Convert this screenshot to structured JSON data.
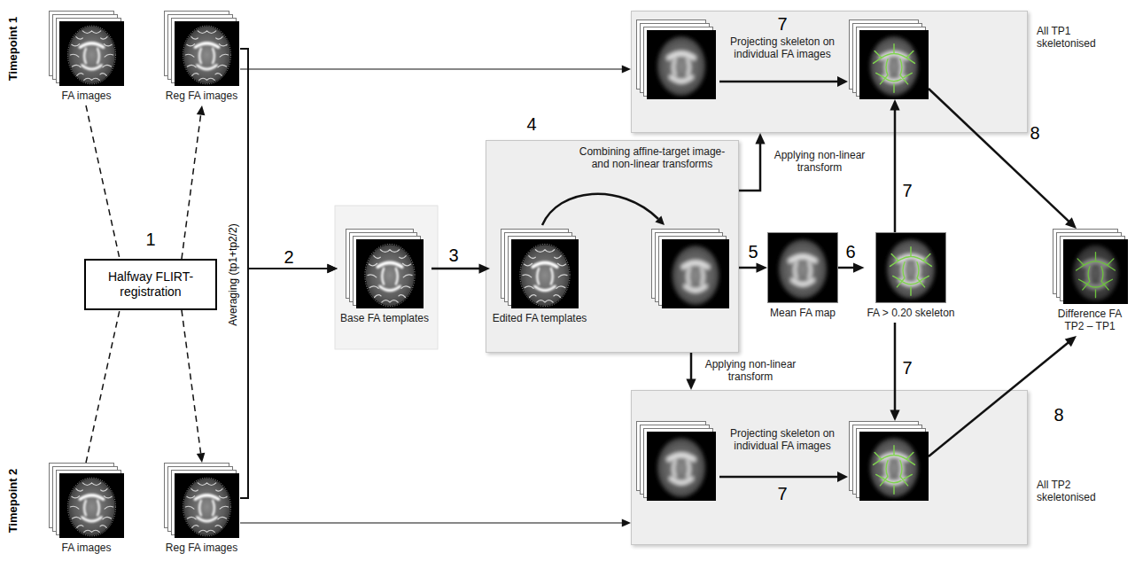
{
  "diagram": {
    "nodes": [
      {
        "text": [
          "FA images"
        ]
      },
      {
        "text": [
          "Reg FA images"
        ]
      },
      {
        "text": [
          "Halfway FLIRT-registration"
        ]
      },
      {
        "text": [
          "FA images"
        ]
      },
      {
        "text": [
          "Reg FA images"
        ]
      },
      {
        "text": [
          "Base FA templates"
        ]
      },
      {
        "text": [
          "Projecting skeleton on individual FA images"
        ]
      },
      {
        "text": [
          "All TP1 skeletonised"
        ],
        "in": 6
      },
      {
        "text": [
          "Combining affine-target image- and non-linear transforms"
        ]
      },
      {
        "text": [
          "Edited FA templates"
        ],
        "in": 8
      },
      {
        "text": [
          "Mean FA map"
        ]
      },
      {
        "text": [
          "FA > 0.20 skeleton"
        ]
      },
      {
        "text": [
          "Projecting skeleton on individual FA images"
        ]
      },
      {
        "text": [
          "All TP2 skeletonised"
        ],
        "in": 12
      },
      {
        "text": [
          "Difference FA TP2 – TP1"
        ]
      }
    ],
    "edges": [
      {
        "from": 0,
        "to": 2,
        "arrow": "none"
      },
      {
        "from": 2,
        "to": 1,
        "arrow": "to"
      },
      {
        "from": 3,
        "to": 2,
        "arrow": "none"
      },
      {
        "from": 2,
        "to": 4,
        "arrow": "to"
      },
      {
        "from": 1,
        "to": 5,
        "arrow": "to"
      },
      {
        "from": 4,
        "to": 5,
        "arrow": "to"
      },
      {
        "from": 1,
        "to": 6,
        "arrow": "to"
      },
      {
        "from": 4,
        "to": 12,
        "arrow": "to"
      },
      {
        "from": 5,
        "to": 9,
        "arrow": "to"
      },
      {
        "from": 8,
        "to": 10,
        "arrow": "to"
      },
      {
        "from": 10,
        "to": 11,
        "arrow": "to"
      },
      {
        "from": 8,
        "to": 6,
        "arrow": "to",
        "label": "Applying non-linear transform"
      },
      {
        "from": 8,
        "to": 12,
        "arrow": "to",
        "label": "Applying non-linear transform"
      },
      {
        "from": 11,
        "to": 7,
        "arrow": "to"
      },
      {
        "from": 11,
        "to": 13,
        "arrow": "to"
      },
      {
        "from": 7,
        "to": 14,
        "arrow": "to"
      },
      {
        "from": 13,
        "to": 14,
        "arrow": "to"
      }
    ],
    "labels": [
      "Timepoint 1",
      "1",
      "Averaging (tp1+tp2/2)",
      "2",
      "3",
      "4",
      "7",
      "8",
      "5",
      "6",
      "7",
      "7",
      "7",
      "8",
      "Timepoint 2"
    ]
  }
}
